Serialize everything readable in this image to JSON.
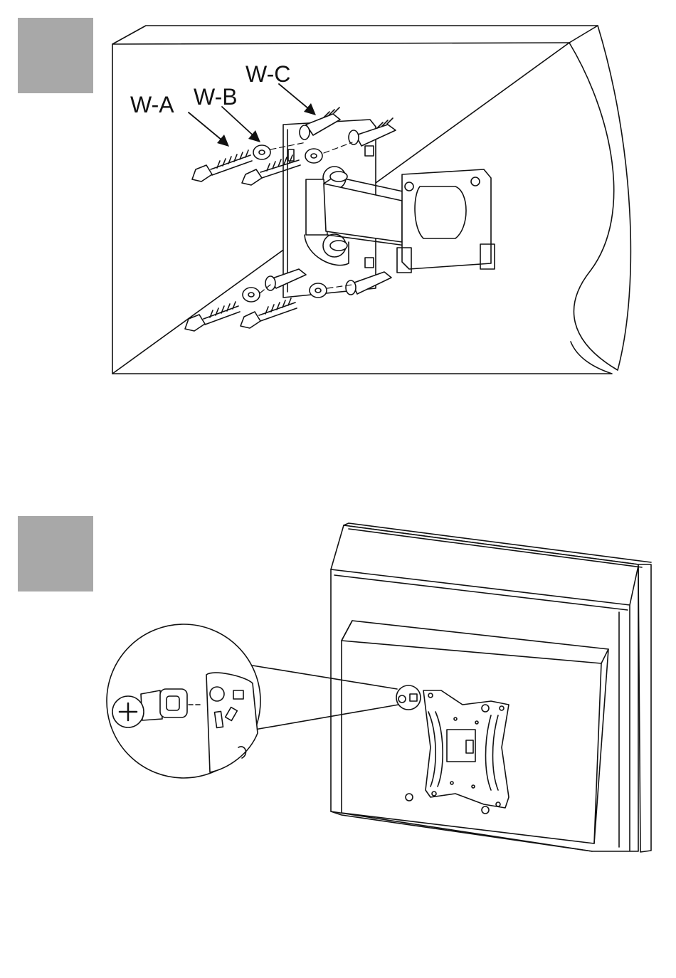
{
  "step1": {
    "labels": {
      "wa": "W-A",
      "wb": "W-B",
      "wc": "W-C"
    }
  },
  "step2": {}
}
